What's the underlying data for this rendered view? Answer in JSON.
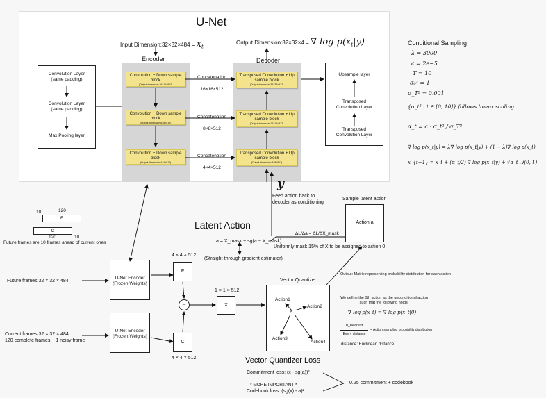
{
  "unet": {
    "title": "U-Net",
    "input_dim": "Input Dimension:32×32×484 = ",
    "input_math": "x",
    "input_math_sub": "t",
    "output_dim": "Output Dimension:32×32×4 = ",
    "output_math": "∇ log p(x",
    "output_math_sub": "t",
    "output_math_end": "|y)",
    "encoder_label": "Encoder",
    "decoder_label": "Decoder",
    "conv_layer": {
      "line1": "Convolution Layer",
      "line2": "(same padding)",
      "line3": "Convolution Layer",
      "line4": "(same padding)",
      "line5": "Max Pooling layer"
    },
    "encoder_blocks": [
      {
        "label": "Convolution + Down sample block",
        "sub": "(Output dimension:16×16×512)"
      },
      {
        "label": "Convolution + Down sample block",
        "sub": "(Output dimension:8×8×512)"
      },
      {
        "label": "Convolution + Down sample block",
        "sub": "(Output dimension:4×4×512)"
      }
    ],
    "concats": [
      {
        "label": "Concatenation",
        "dim": "16×16×512"
      },
      {
        "label": "Concatenation",
        "dim": "8×8×512"
      },
      {
        "label": "Concatenation",
        "dim": "4×4×512"
      }
    ],
    "decoder_blocks": [
      {
        "label": "Transposed Convolution + Up sample block",
        "sub": "(Output dimension:32×32×512)"
      },
      {
        "label": "Transposed Convolution + Up sample block",
        "sub": "(Output dimension:16×16×512)"
      },
      {
        "label": "Transposed Convolution + Up sample block",
        "sub": "(Output dimension:8×8×512)"
      }
    ],
    "upsample": {
      "line1": "Upsample layer",
      "line2": "Transposed",
      "line3": "Convolution Layer",
      "line4": "Transposed",
      "line5": "Convolution Layer"
    }
  },
  "conditional_sampling": {
    "title": "Conditional Sampling",
    "lambda": "λ = 3000",
    "c": "c = 2e−5",
    "T": "T = 10",
    "sigma0": "σ₀² = 1",
    "sigmaT": "σ_T² = 0.001",
    "schedule": "{σ_t² | t ∈ [0, 10]} follows linear scaling",
    "alpha": "α_t = c · σ_t² / σ_T²",
    "grad": "∇ log p(x_t|y) = λ∇ log p(x_t|y) + (1 − λ)∇ log p(x_t)",
    "update": "x_{t+1} = x_t + (α_t/2) ∇ log p(x_t|y) + √α_t 𝒩(0, 1)"
  },
  "y_label": "y",
  "feed_back": {
    "line1": "Feed action back to",
    "line2": "decoder as conditioning"
  },
  "sample_latent": {
    "title": "Sample latent action",
    "box": "Action a"
  },
  "frames_legend": {
    "n10a": "10",
    "n120a": "120",
    "F": "F",
    "C": "C",
    "n120b": "120",
    "n10b": "10",
    "note": "Future frames are 10 frames ahead of current ones"
  },
  "latent_action": {
    "title": "Latent Action",
    "formula": "a = X_mask + sg(a − X_mask)",
    "ste": "(Straight-through gradient estimator)",
    "grad_frac": "ΔL/Δa = ΔL/ΔX_mask",
    "mask_note": "Uniformly mask 15% of X to be assigned to action 0"
  },
  "inputs": {
    "future": "Future frames:32 × 32 × 484",
    "current1": "Current frames:32 × 32 × 484",
    "current2": "120 complete frames + 1 noisy frame"
  },
  "encoders": {
    "top_line1": "U-Net Encoder",
    "top_line2": "(Frozen Weights)",
    "bot_line1": "U-Net Encoder",
    "bot_line2": "(Frozen Weights)"
  },
  "features": {
    "f_dim": "4 × 4 × 512",
    "f_label": "F",
    "minus": "−",
    "c_label": "C",
    "c_dim": "4 × 4 × 512",
    "x_dim": "1 × 1 × 512",
    "x_label": "X"
  },
  "vq": {
    "title": "Vector Quantizer",
    "a1": "Action1",
    "a2": "Action2",
    "a3": "Action3",
    "a4": "Action4",
    "x": "X",
    "output_note": "Output: Matrix representing probability distribution for each action",
    "def1": "We define the 0th action as the unconditional action",
    "def2": "such that the following holds:",
    "def_math": "∇ log p(x_t) = ∇ log p(x_t|0)",
    "frac_num": "d_nearest",
    "frac_den": "Every distance",
    "frac_note": "= Action sampling probability distribution",
    "distance": "distance: Euclidean distance"
  },
  "vq_loss": {
    "title": "Vector Quantizer Loss",
    "commit": "Commitment loss: (x - sg(a))²",
    "important": "* MORE IMPORTANT *",
    "codebook": "Codebook loss: (sg(x) - a)²",
    "total": "0.25 commitment  + codebook"
  }
}
